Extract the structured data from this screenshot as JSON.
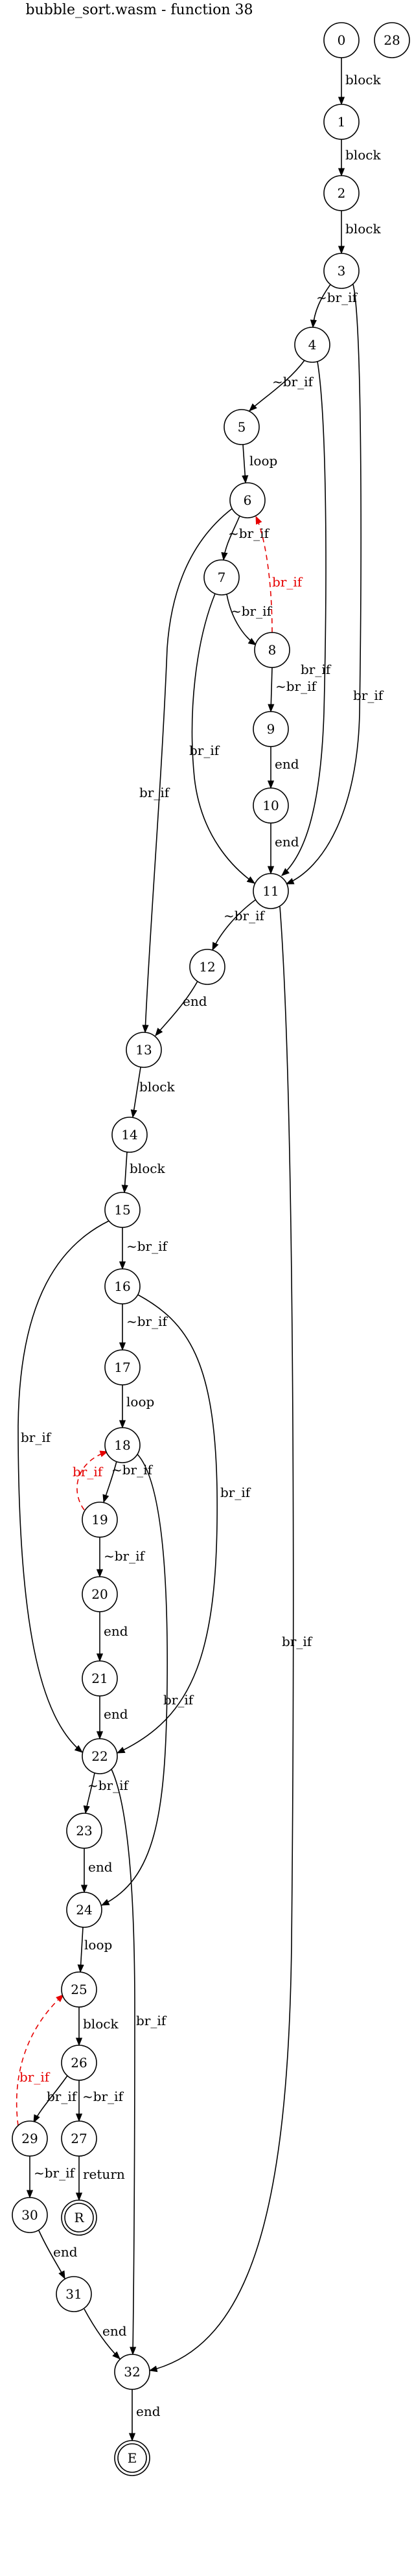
{
  "title": "bubble_sort.wasm - function 38",
  "nodes": [
    "0",
    "1",
    "2",
    "3",
    "4",
    "5",
    "6",
    "7",
    "8",
    "9",
    "10",
    "11",
    "12",
    "13",
    "14",
    "15",
    "16",
    "17",
    "18",
    "19",
    "20",
    "21",
    "22",
    "23",
    "24",
    "25",
    "26",
    "27",
    "28",
    "29",
    "30",
    "31",
    "32",
    "R",
    "E"
  ],
  "edges": [
    {
      "from": "0",
      "to": "1",
      "label": "block"
    },
    {
      "from": "1",
      "to": "2",
      "label": "block"
    },
    {
      "from": "2",
      "to": "3",
      "label": "block"
    },
    {
      "from": "3",
      "to": "4",
      "label": "~br_if"
    },
    {
      "from": "3",
      "to": "11",
      "label": "br_if"
    },
    {
      "from": "4",
      "to": "5",
      "label": "~br_if"
    },
    {
      "from": "4",
      "to": "11",
      "label": "br_if"
    },
    {
      "from": "5",
      "to": "6",
      "label": "loop"
    },
    {
      "from": "6",
      "to": "7",
      "label": "~br_if"
    },
    {
      "from": "6",
      "to": "13",
      "label": "br_if"
    },
    {
      "from": "7",
      "to": "8",
      "label": "~br_if"
    },
    {
      "from": "7",
      "to": "11",
      "label": "br_if"
    },
    {
      "from": "8",
      "to": "6",
      "label": "br_if",
      "back": true
    },
    {
      "from": "8",
      "to": "9",
      "label": "~br_if"
    },
    {
      "from": "9",
      "to": "10",
      "label": "end"
    },
    {
      "from": "10",
      "to": "11",
      "label": "end"
    },
    {
      "from": "11",
      "to": "12",
      "label": "~br_if"
    },
    {
      "from": "11",
      "to": "32",
      "label": "br_if"
    },
    {
      "from": "12",
      "to": "13",
      "label": "end"
    },
    {
      "from": "13",
      "to": "14",
      "label": "block"
    },
    {
      "from": "14",
      "to": "15",
      "label": "block"
    },
    {
      "from": "15",
      "to": "16",
      "label": "~br_if"
    },
    {
      "from": "15",
      "to": "22",
      "label": "br_if"
    },
    {
      "from": "16",
      "to": "17",
      "label": "~br_if"
    },
    {
      "from": "16",
      "to": "22",
      "label": "br_if"
    },
    {
      "from": "17",
      "to": "18",
      "label": "loop"
    },
    {
      "from": "18",
      "to": "19",
      "label": "~br_if"
    },
    {
      "from": "18",
      "to": "24",
      "label": "br_if"
    },
    {
      "from": "19",
      "to": "18",
      "label": "br_if",
      "back": true
    },
    {
      "from": "19",
      "to": "20",
      "label": "~br_if"
    },
    {
      "from": "20",
      "to": "21",
      "label": "end"
    },
    {
      "from": "21",
      "to": "22",
      "label": "end"
    },
    {
      "from": "22",
      "to": "23",
      "label": "~br_if"
    },
    {
      "from": "22",
      "to": "32",
      "label": "br_if"
    },
    {
      "from": "23",
      "to": "24",
      "label": "end"
    },
    {
      "from": "24",
      "to": "25",
      "label": "loop"
    },
    {
      "from": "25",
      "to": "26",
      "label": "block"
    },
    {
      "from": "26",
      "to": "27",
      "label": "~br_if"
    },
    {
      "from": "26",
      "to": "29",
      "label": "br_if"
    },
    {
      "from": "27",
      "to": "R",
      "label": "return"
    },
    {
      "from": "29",
      "to": "25",
      "label": "br_if",
      "back": true
    },
    {
      "from": "29",
      "to": "30",
      "label": "~br_if"
    },
    {
      "from": "30",
      "to": "31",
      "label": "end"
    },
    {
      "from": "31",
      "to": "32",
      "label": "end"
    },
    {
      "from": "32",
      "to": "E",
      "label": "end"
    }
  ]
}
